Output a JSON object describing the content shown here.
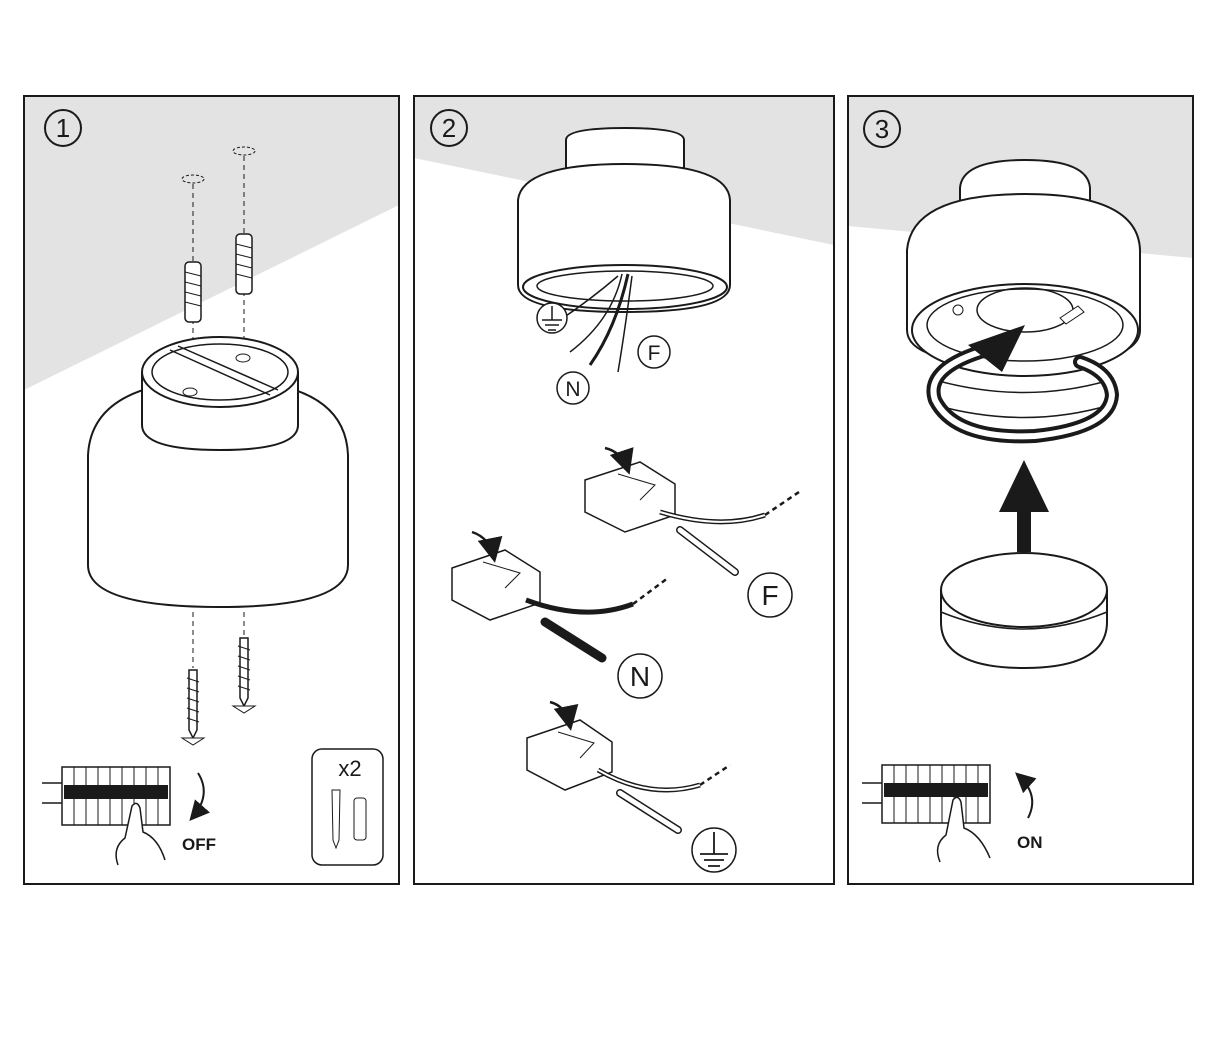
{
  "steps": [
    {
      "number": "1",
      "switch_label": "OFF",
      "quantity": "x2"
    },
    {
      "number": "2",
      "labels": {
        "phase": "F",
        "neutral": "N"
      }
    },
    {
      "number": "3",
      "switch_label": "ON"
    }
  ],
  "icons": [
    "ground-symbol-icon",
    "rotate-arrow-icon",
    "up-arrow-icon",
    "breaker-panel-icon",
    "hand-icon",
    "screw-icon",
    "wall-plug-icon"
  ],
  "colors": {
    "line": "#1a1a1a",
    "ceiling_shade": "#e3e3e3",
    "background": "#ffffff"
  }
}
